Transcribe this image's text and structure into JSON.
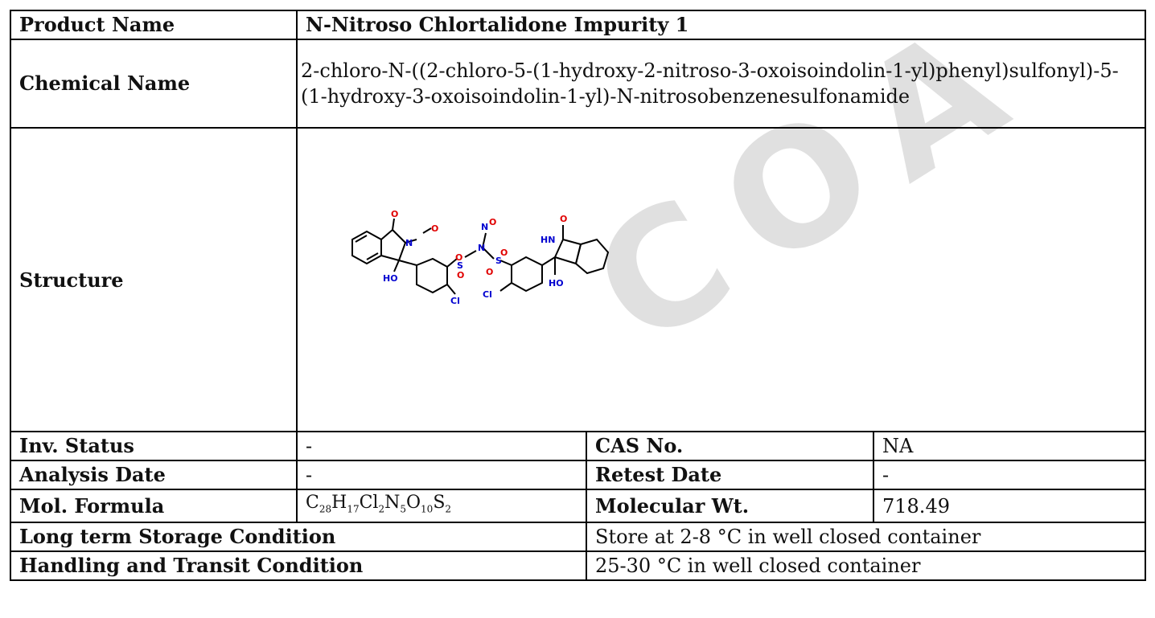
{
  "product_name": {
    "label": "Product Name",
    "value": "N-Nitroso Chlortalidone Impurity 1"
  },
  "chemical_name": {
    "label": "Chemical Name",
    "value": "2-chloro-N-((2-chloro-5-(1-hydroxy-2-nitroso-3-oxoisoindolin-1-yl)phenyl)sulfonyl)-5-(1-hydroxy-3-oxoisoindolin-1-yl)-N-nitrosobenzenesulfonamide"
  },
  "structure": {
    "label": "Structure"
  },
  "inv_status": {
    "label": "Inv. Status",
    "value": "-"
  },
  "cas_no": {
    "label": "CAS No.",
    "value": "NA"
  },
  "analysis_date": {
    "label": "Analysis Date",
    "value": "-"
  },
  "retest_date": {
    "label": "Retest Date",
    "value": "-"
  },
  "mol_formula": {
    "label": "Mol. Formula",
    "value": "C28H17Cl2N5O10S2"
  },
  "molecular_wt": {
    "label": "Molecular Wt.",
    "value": "718.49"
  },
  "storage": {
    "label": "Long term Storage Condition",
    "value": "Store at 2-8 °C in well closed container"
  },
  "transit": {
    "label": "Handling and Transit Condition",
    "value": "25-30 °C in well closed container"
  },
  "watermark": "COA",
  "atoms": {
    "o": "O",
    "n": "N",
    "s": "S",
    "ho": "HO",
    "hn": "HN",
    "cl": "Cl"
  },
  "colors": {
    "oxygen": "#e00000",
    "nitrogen": "#0000d0",
    "chlorine": "#0000d0",
    "bond": "#000000",
    "watermark": "#d9d9d9"
  }
}
